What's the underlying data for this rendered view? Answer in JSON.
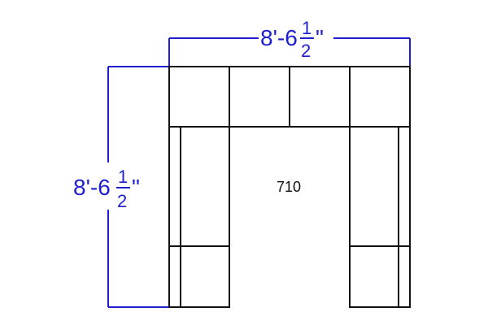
{
  "colors": {
    "dimension": "#1f1fd0",
    "outline": "#111111",
    "background": "#ffffff"
  },
  "model_label": "710",
  "width_dimension": {
    "whole": "8'-6",
    "fraction_numerator": "1",
    "fraction_denominator": "2",
    "inch_mark": "\""
  },
  "depth_dimension": {
    "whole": "8'-6",
    "fraction_numerator": "1",
    "fraction_denominator": "2",
    "inch_mark": "\""
  }
}
